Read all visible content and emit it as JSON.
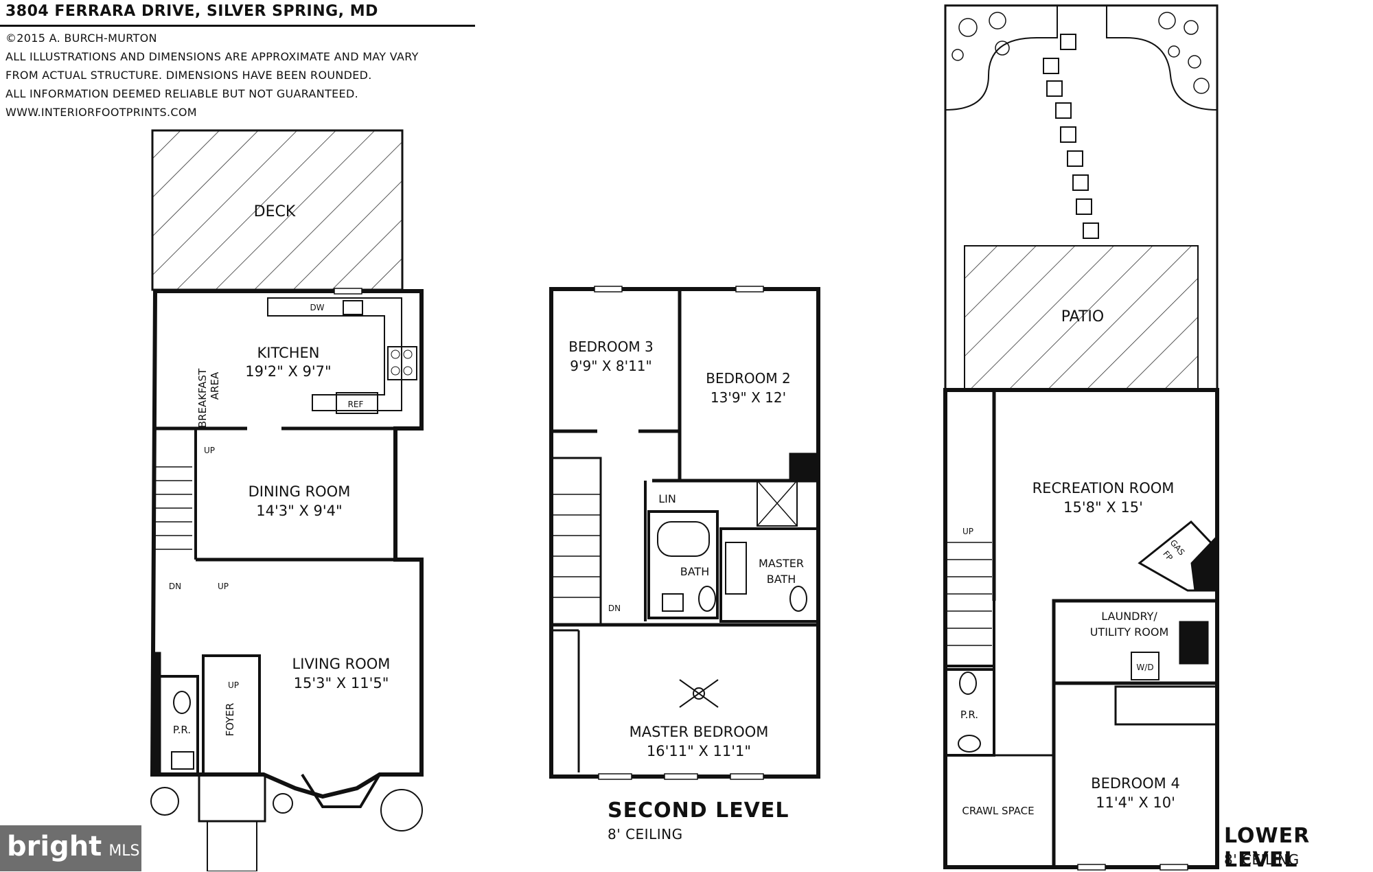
{
  "header": {
    "address": "3804 FERRARA DRIVE, SILVER SPRING, MD",
    "copyright": "©2015 A. BURCH-MURTON",
    "disclaimer_1": "ALL ILLUSTRATIONS AND DIMENSIONS ARE APPROXIMATE AND MAY VARY",
    "disclaimer_2": "FROM ACTUAL STRUCTURE. DIMENSIONS HAVE BEEN ROUNDED.",
    "disclaimer_3": "ALL INFORMATION DEEMED RELIABLE BUT NOT GUARANTEED.",
    "website": "WWW.INTERIORFOOTPRINTS.COM"
  },
  "main_level": {
    "deck": "DECK",
    "kitchen": "KITCHEN",
    "kitchen_dim": "19'2\" X 9'7\"",
    "breakfast": "BREAKFAST",
    "area": "AREA",
    "dw": "DW",
    "ref": "REF",
    "dining": "DINING ROOM",
    "dining_dim": "14'3\" X 9'4\"",
    "living": "LIVING ROOM",
    "living_dim": "15'3\" X 11'5\"",
    "pr": "P.R.",
    "foyer": "FOYER",
    "up": "UP",
    "dn": "DN"
  },
  "second_level": {
    "title": "SECOND LEVEL",
    "ceiling": "8' CEILING",
    "bedroom3": "BEDROOM 3",
    "bedroom3_dim": "9'9\" X 8'11\"",
    "bedroom2": "BEDROOM 2",
    "bedroom2_dim": "13'9\" X 12'",
    "lin": "LIN",
    "bath": "BATH",
    "master_bath_1": "MASTER",
    "master_bath_2": "BATH",
    "master": "MASTER BEDROOM",
    "master_dim": "16'11\" X 11'1\"",
    "dn": "DN"
  },
  "lower_level": {
    "title": "LOWER LEVEL",
    "ceiling": "8' CEILING",
    "patio": "PATIO",
    "recreation": "RECREATION ROOM",
    "recreation_dim": "15'8\" X 15'",
    "gas": "GAS",
    "fp": "FP",
    "up": "UP",
    "laundry_1": "LAUNDRY/",
    "laundry_2": "UTILITY ROOM",
    "wd": "W/D",
    "pr": "P.R.",
    "crawl": "CRAWL SPACE",
    "bedroom4": "BEDROOM 4",
    "bedroom4_dim": "11'4\" X 10'"
  },
  "watermark": {
    "brand": "bright",
    "mls": "MLS"
  }
}
